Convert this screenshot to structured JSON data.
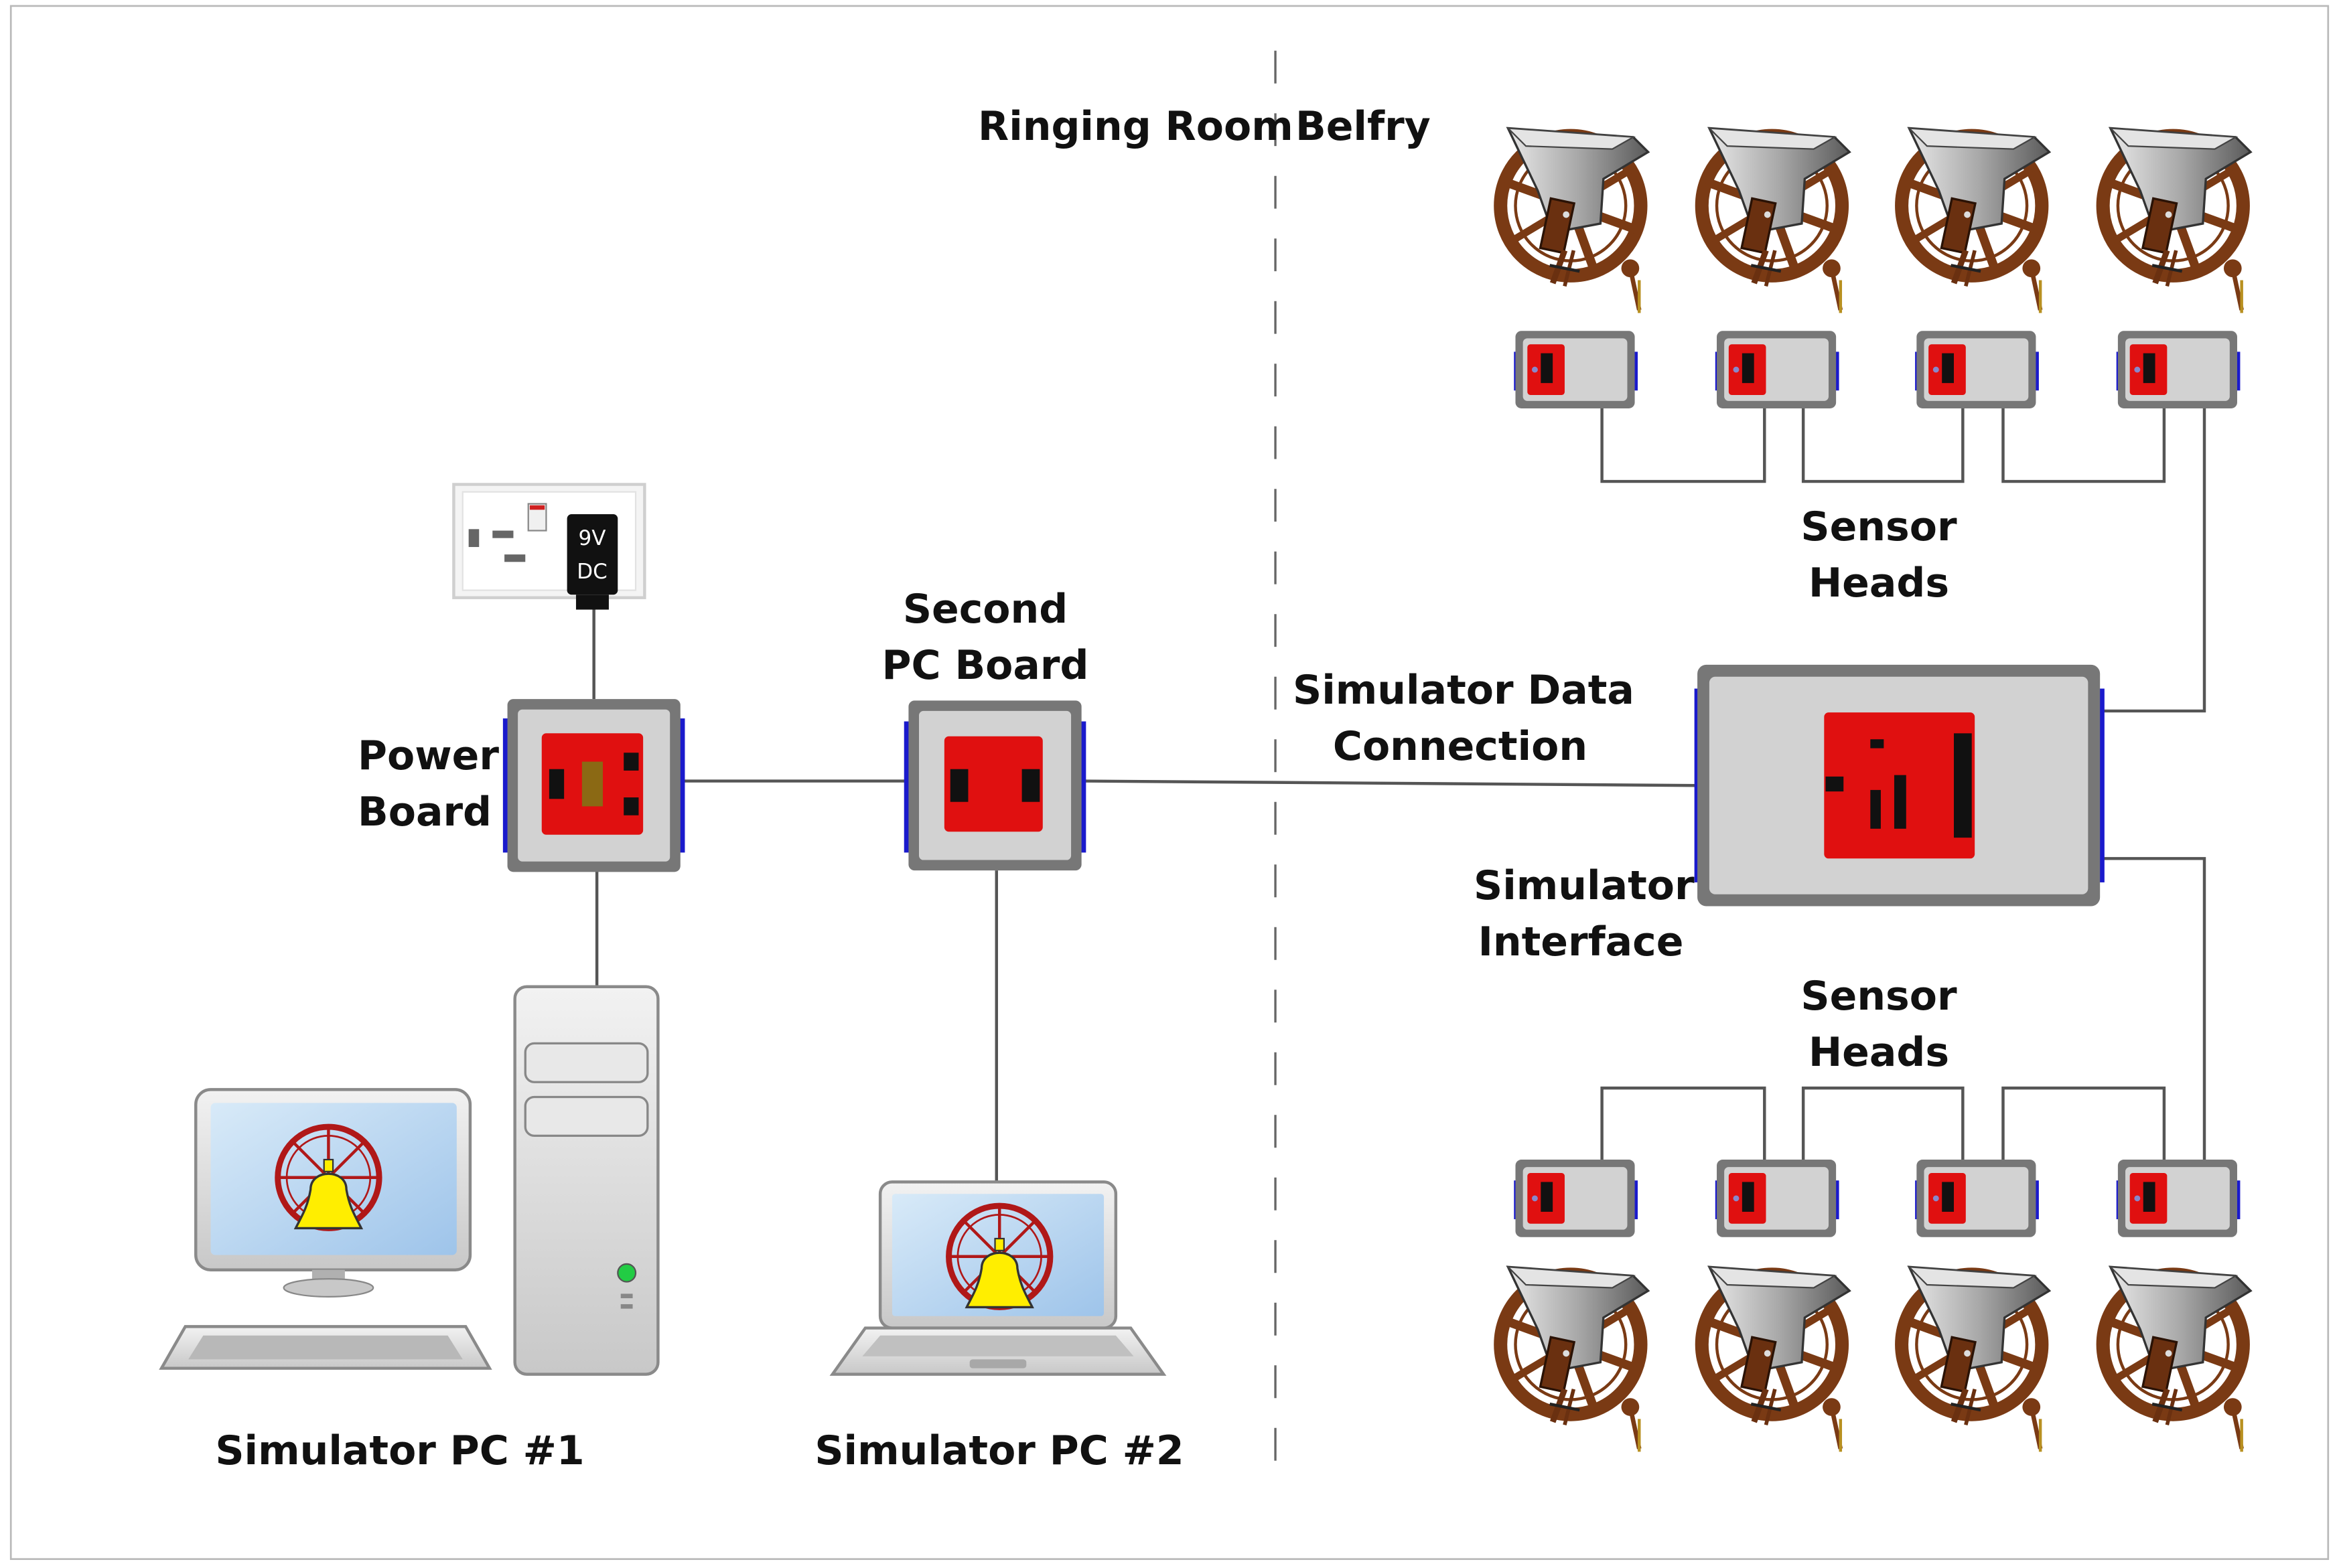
{
  "labels": {
    "ringing_room": "Ringing Room",
    "belfry": "Belfry",
    "power_board": [
      "Power",
      "Board"
    ],
    "second_pc_board": [
      "Second",
      "PC Board"
    ],
    "sim_data_connection": [
      "Simulator Data",
      "Connection"
    ],
    "simulator_interface": [
      "Simulator",
      "Interface"
    ],
    "sensor_heads_top": [
      "Sensor",
      "Heads"
    ],
    "sensor_heads_bottom": [
      "Sensor",
      "Heads"
    ],
    "adapter": [
      "9V",
      "DC"
    ],
    "pc1": "Simulator PC #1",
    "pc2": "Simulator PC #2"
  },
  "colors": {
    "board_red": "#e01010",
    "board_grey": "#d2d2d2",
    "connector_blue": "#1a1acc",
    "wire": "#555555",
    "wheel_brown": "#7a3a14",
    "bell_yellow": "#ffee00",
    "screen_blue": "#bcd8f2"
  },
  "icons": [
    "wall-socket-icon",
    "power-adapter-icon",
    "bell-wheel-icon",
    "desktop-pc-icon",
    "laptop-icon"
  ]
}
